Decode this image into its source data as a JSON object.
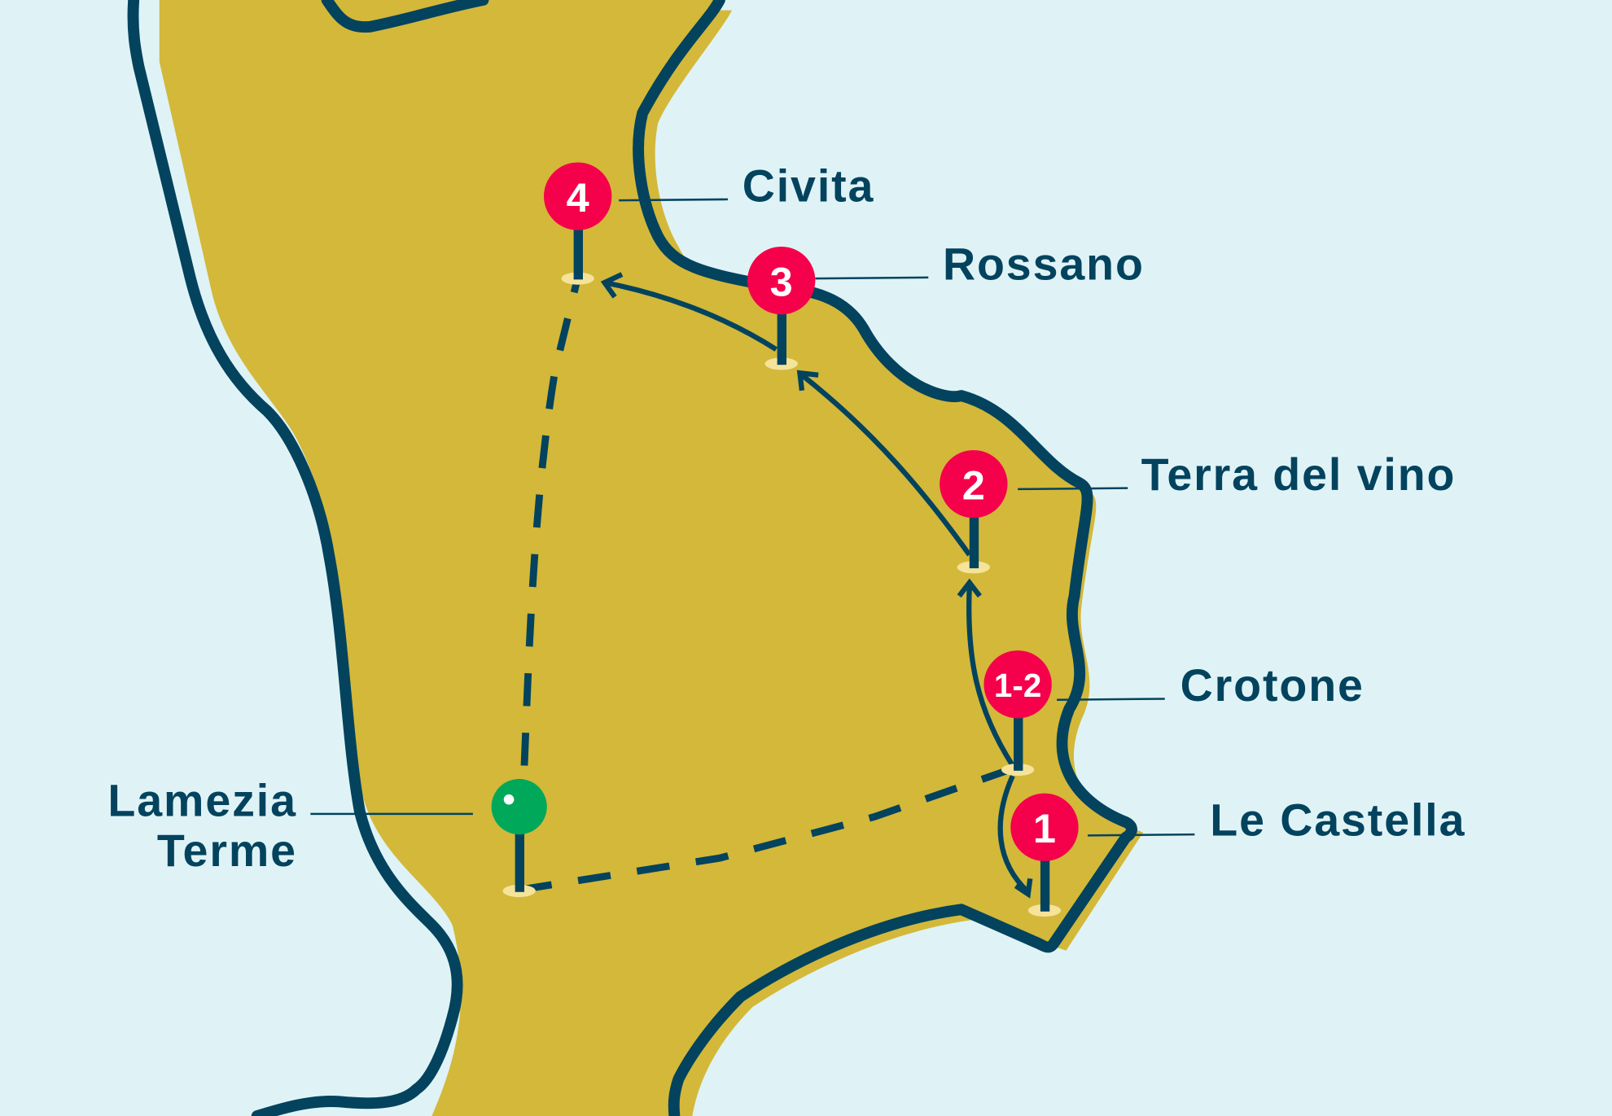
{
  "colors": {
    "sea": "#DFF3F6",
    "land": "#D3B83A",
    "outline": "#03435E",
    "pin_red": "#F5004A",
    "pin_green": "#00A859",
    "pin_base": "#F5E39A",
    "pin_text": "#FFFFFF"
  },
  "places": {
    "civita": {
      "label": "Civita",
      "pin": "4"
    },
    "rossano": {
      "label": "Rossano",
      "pin": "3"
    },
    "terra_del_vino": {
      "label": "Terra del vino",
      "pin": "2"
    },
    "crotone": {
      "label": "Crotone",
      "pin": "1-2"
    },
    "le_castella": {
      "label": "Le Castella",
      "pin": "1"
    },
    "lamezia": {
      "label_line1": "Lamezia",
      "label_line2": "Terme",
      "pin_icon": "start-pin-icon"
    }
  }
}
